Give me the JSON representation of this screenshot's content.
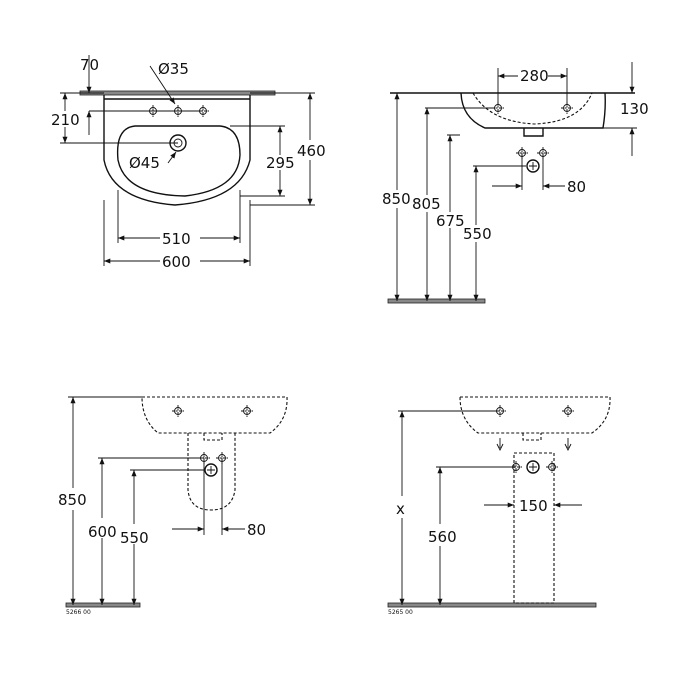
{
  "top_view": {
    "d_top": "70",
    "d_tap": "Ø35",
    "d_drain": "Ø45",
    "d_210": "210",
    "d_295": "295",
    "d_460": "460",
    "d_510": "510",
    "d_600": "600"
  },
  "side_view": {
    "d_280": "280",
    "d_130": "130",
    "d_850": "850",
    "d_805": "805",
    "d_675": "675",
    "d_550": "550",
    "d_80": "80"
  },
  "half_pedestal_view": {
    "d_850": "850",
    "d_600": "600",
    "d_550": "550",
    "d_80": "80",
    "code": "5266 00"
  },
  "full_pedestal_view": {
    "d_x": "x",
    "d_560": "560",
    "d_150": "150",
    "code": "5265 00"
  }
}
